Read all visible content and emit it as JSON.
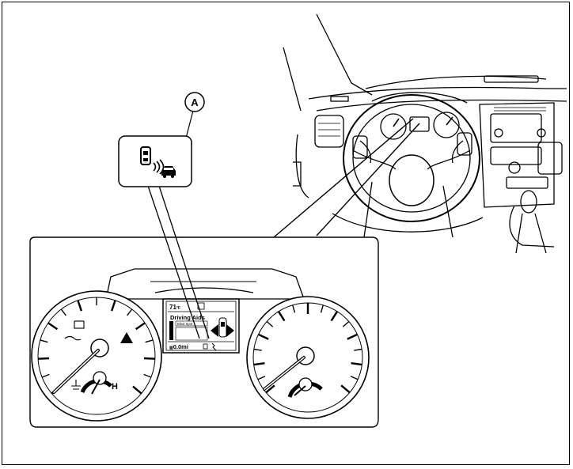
{
  "callout": {
    "marker": "A"
  },
  "display": {
    "temperature": "71",
    "temp_unit": "°F",
    "menu_title": "Driving Aids",
    "submenu": "Blind Spot",
    "trip": "0.0",
    "trip_unit": "mi"
  },
  "gauges": {
    "fuel_high_label": "H"
  },
  "colors": {
    "line": "#000000",
    "background": "#ffffff"
  }
}
